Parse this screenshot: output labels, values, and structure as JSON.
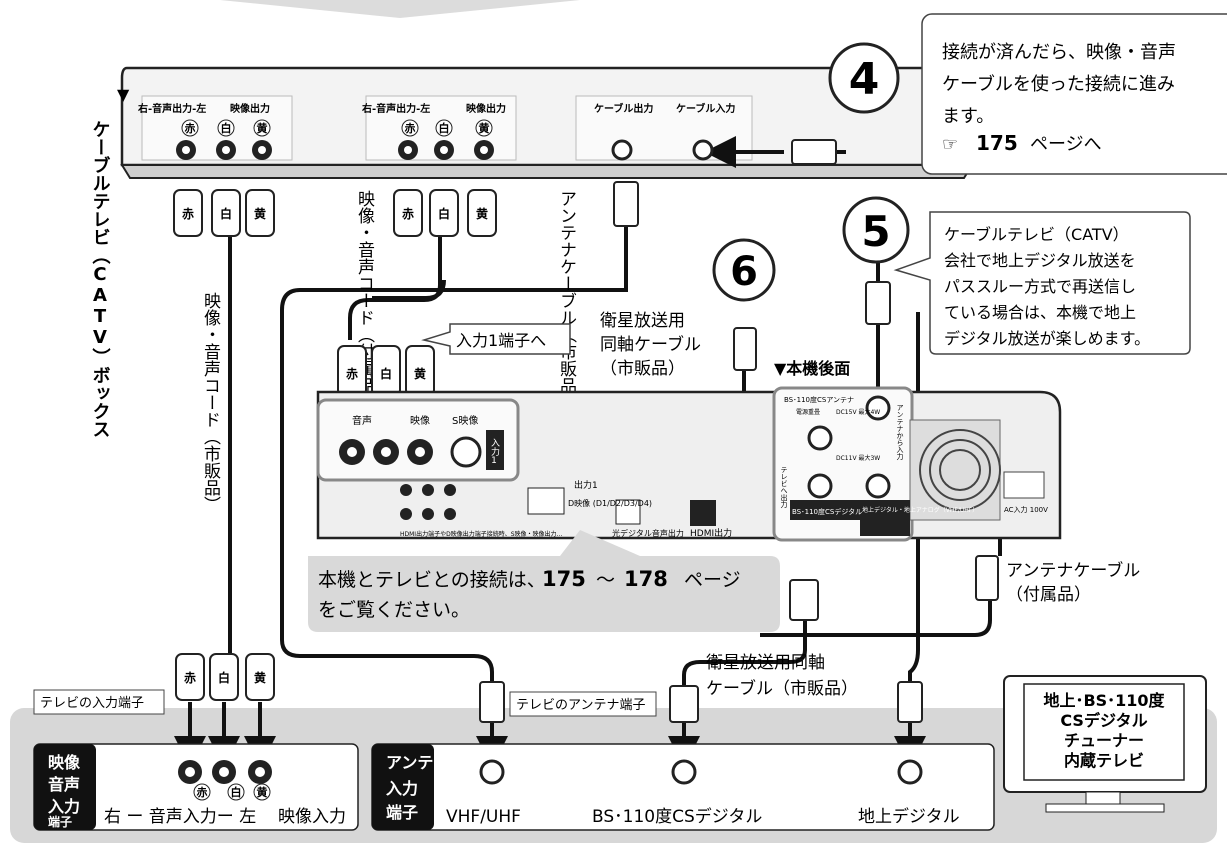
{
  "catv_box": {
    "title": "ケーブルテレビ（CATV）ボックス",
    "groups": [
      {
        "audio_label": "右-音声出力-左",
        "video_label": "映像出力"
      },
      {
        "audio_label": "右-音声出力-左",
        "video_label": "映像出力"
      }
    ],
    "cable_out": "ケーブル出力",
    "cable_in": "ケーブル入力",
    "jack_labels": [
      "赤",
      "白",
      "黄"
    ]
  },
  "labels": {
    "av_cord_supplied": "映像・音声コード（付属品）",
    "antenna_cable_retail": "アンテナケーブル（市販品）",
    "av_cord_retail": "映像・音声コード（市販品）",
    "input1": "入力1端子へ",
    "sat_cable_top_l1": "衛星放送用",
    "sat_cable_top_l2": "同軸ケーブル",
    "sat_cable_top_l3": "（市販品）",
    "rear_panel": "▼本機後面",
    "antenna_cable_supplied_l1": "アンテナケーブル",
    "antenna_cable_supplied_l2": "（付属品）",
    "sat_cable_bottom_l1": "衛星放送用同軸",
    "sat_cable_bottom_l2": "ケーブル（市販品）"
  },
  "step_numbers": [
    "4",
    "5",
    "6"
  ],
  "note_box": {
    "line1": "接続が済んだら、映像・音声",
    "line2": "ケーブルを使った接続に進み",
    "line3": "ます。",
    "ref_icon": "☞",
    "ref_page": "175",
    "ref_suffix": "ページへ"
  },
  "callout_catv": {
    "lines": [
      "ケーブルテレビ（CATV）",
      "会社で地上デジタル放送を",
      "パススルー方式で再送信し",
      "ている場合は、本機で地上",
      "デジタル放送が楽しめます。"
    ]
  },
  "tv_connect_note": {
    "prefix": "本機とテレビとの接続は、",
    "page_from": "175",
    "sep": "～",
    "page_to": "178",
    "suffix": "ページ",
    "line2": "をご覧ください。"
  },
  "rear_panel": {
    "audio": "音声",
    "video": "映像",
    "svideo": "S映像",
    "input_tab": "入力1",
    "bs_label": "BS･110度CSアンテナ",
    "bs_power": "電源重畳",
    "dc15": "DC15V 最大4W",
    "dc11": "DC11V 最大3W",
    "bs_bottom": "BS･110度CSデジタル",
    "antenna_from": "アンテナから入力",
    "tv_out": "テレビへ出力",
    "terrestrial": "地上デジタル・地上アナログ（VHF/UHF）",
    "ac": "AC入力 100V",
    "hdmi": "HDMI出力",
    "optical": "光デジタル音声出力",
    "output1": "出力1",
    "output_sub": "D映像 (D1/D2/D3/D4)",
    "fine_print": "HDMI出力端子やD映像出力端子接続時、S映像・映像出力…"
  },
  "tv_input_tag": "テレビの入力端子",
  "tv_antenna_tag": "テレビのアンテナ端子",
  "tv_inputs": {
    "heading": [
      "映像",
      "音声",
      "入力",
      "端子"
    ],
    "audio_label": "右 ー 音声入力ー 左",
    "video_label": "映像入力"
  },
  "tv_antenna": {
    "heading": [
      "アンテナ",
      "入力",
      "端子"
    ],
    "vhf": "VHF/UHF",
    "bs": "BS･110度CSデジタル",
    "terrestrial": "地上デジタル"
  },
  "tv_icon": {
    "lines": [
      "地上･BS･110度",
      "CSデジタル",
      "チューナー",
      "内蔵テレビ"
    ]
  },
  "colors": {
    "panel_gray": "#d7d7d7",
    "body_fill": "#eeeeee",
    "cable": "#111111",
    "callout_fill": "#d9d9d9",
    "highlight_border": "#888888"
  }
}
